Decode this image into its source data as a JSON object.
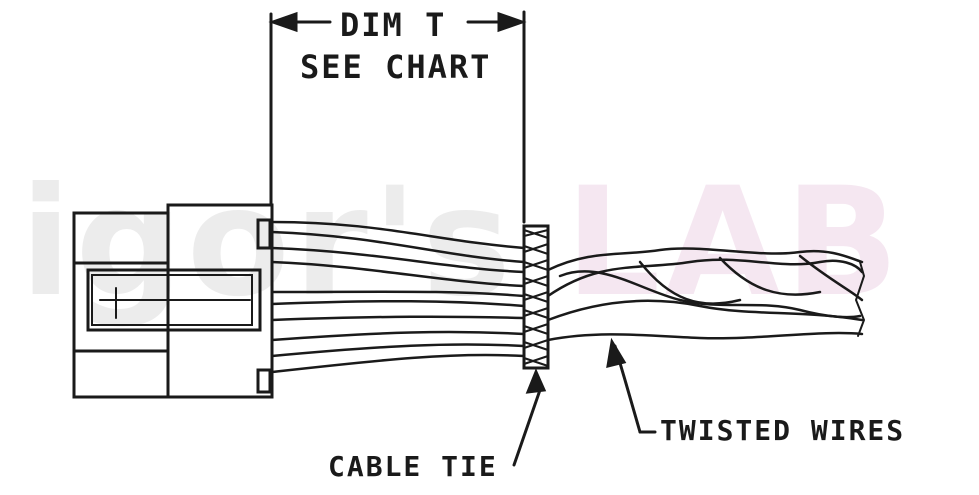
{
  "labels": {
    "dim": "DIM T",
    "see_chart": "SEE CHART",
    "cable_tie": "CABLE TIE",
    "twisted_wires": "TWISTED WIRES"
  },
  "watermark": {
    "part1": "igor'sLAB"
  },
  "colors": {
    "ink": "#1a1a1a",
    "watermark_gray": "#c8c8c8",
    "watermark_pink": "#e1b9d7"
  }
}
